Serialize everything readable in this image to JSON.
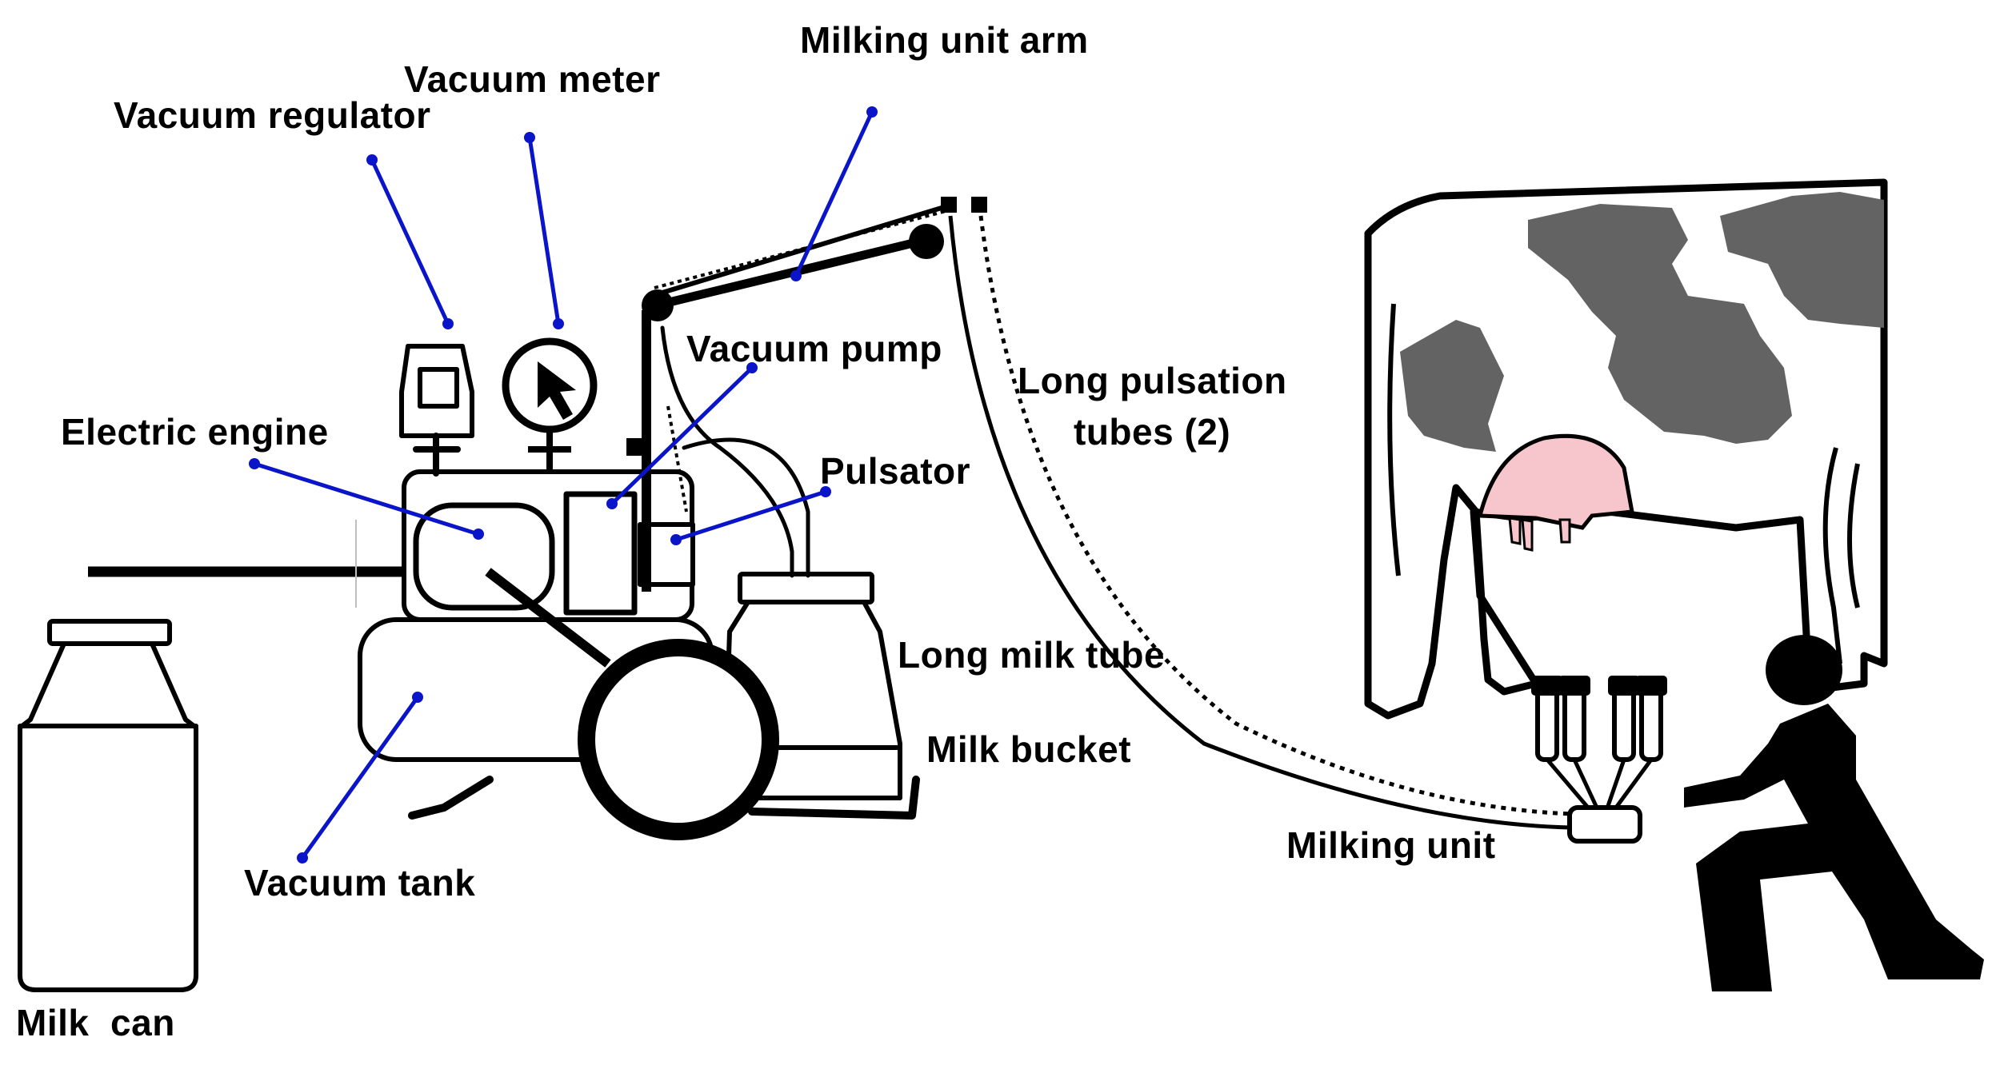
{
  "diagram": {
    "labels": {
      "milking_unit_arm": "Milking unit arm",
      "vacuum_meter": "Vacuum meter",
      "vacuum_regulator": "Vacuum regulator",
      "vacuum_pump": "Vacuum pump",
      "electric_engine": "Electric engine",
      "pulsator": "Pulsator",
      "long_pulsation_tubes_line1": "Long pulsation",
      "long_pulsation_tubes_line2": "tubes (2)",
      "long_milk_tube": "Long milk tube",
      "milk_bucket": "Milk bucket",
      "vacuum_tank": "Vacuum tank",
      "milking_unit": "Milking unit",
      "milk_can": "Milk  can"
    },
    "icons": [
      "cow-icon",
      "person-kneeling-icon",
      "milk-can-icon",
      "vacuum-gauge-icon",
      "milking-cluster-icon"
    ],
    "colors": {
      "leader_line": "#0a14c8",
      "cow_spots": "#636363",
      "udder": "#f6c6cc",
      "outline": "#000000"
    }
  }
}
